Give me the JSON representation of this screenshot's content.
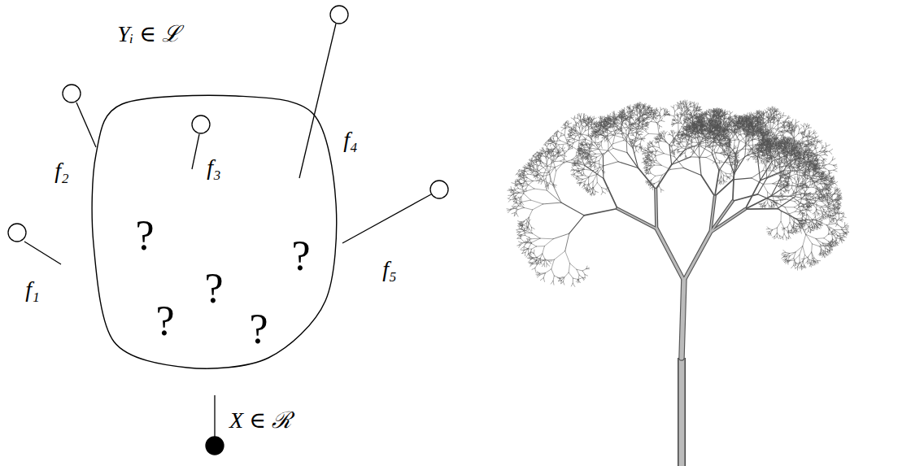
{
  "diagram": {
    "nodes": [
      {
        "text": [
          "?",
          "?",
          "?",
          "?",
          "?"
        ]
      }
    ],
    "labels": [
      "Yᵢ ∈ ℒ",
      "f₂",
      "f₃",
      "f₄",
      "f₁",
      "f₅",
      "X ∈ ℛ"
    ]
  }
}
